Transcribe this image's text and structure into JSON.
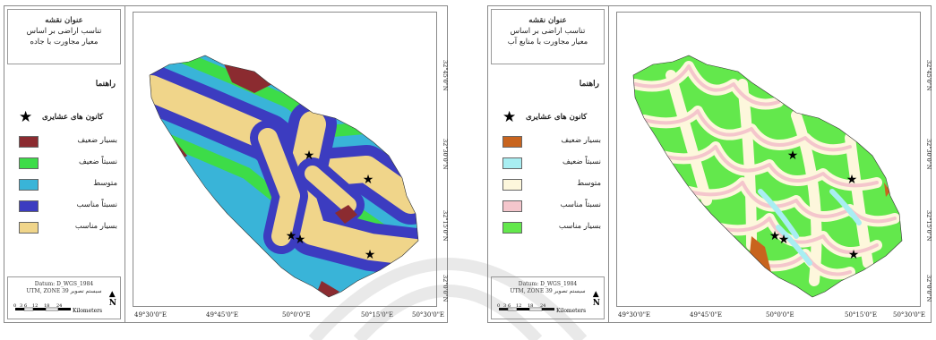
{
  "left_map": {
    "title": "عنوان نقشه",
    "subtitle_1": "تناسب اراضی بر اساس",
    "subtitle_2": "معیار مجاورت با جاده",
    "legend_heading": "راهنما",
    "camp_label": "کانون های عشایری",
    "classes": [
      {
        "label": "بسیار ضعیف",
        "color": "#8b2b30"
      },
      {
        "label": "نسبتاً ضعیف",
        "color": "#3ddc48"
      },
      {
        "label": "متوسط",
        "color": "#39b4d8"
      },
      {
        "label": "نسبتاً مناسب",
        "color": "#3c3cc0"
      },
      {
        "label": "بسیار مناسب",
        "color": "#f0d58a"
      }
    ],
    "datum": "Datum: D_WGS_1984",
    "projection": "UTM, ZONE 39",
    "projection_label": "سیستم تصویر",
    "north": "N",
    "scale_ticks": [
      "0",
      "3",
      "6",
      "12",
      "18",
      "24"
    ],
    "scale_unit": "Kilometers",
    "lat_labels": [
      "32°45'0\"N",
      "32°30'0\"N",
      "32°15'0\"N",
      "32°0'0\"N"
    ],
    "lon_labels": [
      "49°30'0\"E",
      "49°45'0\"E",
      "50°0'0\"E",
      "50°15'0\"E",
      "50°30'0\"E"
    ]
  },
  "right_map": {
    "title": "عنوان نقشه",
    "subtitle_1": "تناسب اراضی بر اساس",
    "subtitle_2": "معیار مجاورت با منابع آب",
    "legend_heading": "راهنما",
    "camp_label": "کانون های عشایری",
    "classes": [
      {
        "label": "بسیار ضعیف",
        "color": "#c8641e"
      },
      {
        "label": "نسبتاً ضعیف",
        "color": "#a8eef2"
      },
      {
        "label": "متوسط",
        "color": "#fdf7dc"
      },
      {
        "label": "نسبتاً مناسب",
        "color": "#f4c6cc"
      },
      {
        "label": "بسیار مناسب",
        "color": "#63e84c"
      }
    ],
    "datum": "Datum: D_WGS_1984",
    "projection": "UTM, ZONE 39",
    "projection_label": "سیستم تصویر",
    "north": "N",
    "scale_ticks": [
      "0",
      "3",
      "6",
      "12",
      "18",
      "24"
    ],
    "scale_unit": "Kilometers",
    "lat_labels": [
      "32°45'0\"N",
      "32°30'0\"N",
      "32°15'0\"N",
      "32°0'0\"N"
    ],
    "lon_labels": [
      "49°30'0\"E",
      "49°45'0\"E",
      "50°0'0\"E",
      "50°15'0\"E",
      "50°30'0\"E"
    ]
  }
}
